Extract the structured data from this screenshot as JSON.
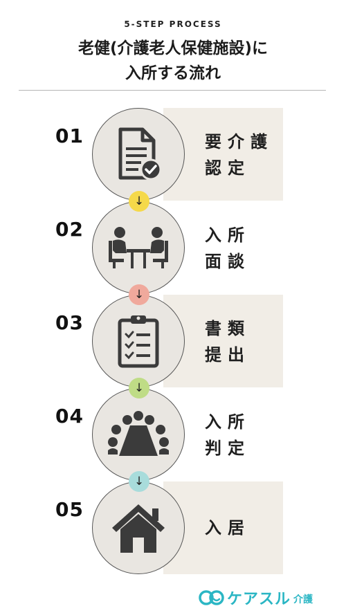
{
  "header": {
    "eyebrow": "5-STEP PROCESS",
    "title_line1": "老健(介護老人保健施設)に",
    "title_line2": "入所する流れ"
  },
  "colors": {
    "panel_bg": "#f1ede6",
    "circle_bg": "#e9e6e1",
    "icon": "#3b3b3b",
    "arrow_1": "#f5d94a",
    "arrow_2": "#f0a99c",
    "arrow_3": "#bfdc86",
    "arrow_4": "#a8dcdb",
    "brand": "#2bb6c4"
  },
  "steps": [
    {
      "number": "01",
      "line1": "要介護",
      "line2": "認定",
      "icon": "document-check-icon"
    },
    {
      "number": "02",
      "line1": "入所",
      "line2": "面談",
      "icon": "meeting-table-icon"
    },
    {
      "number": "03",
      "line1": "書類",
      "line2": "提出",
      "icon": "clipboard-checklist-icon"
    },
    {
      "number": "04",
      "line1": "入所",
      "line2": "判定",
      "icon": "conference-group-icon"
    },
    {
      "number": "05",
      "line1": "入居",
      "line2": "",
      "icon": "house-icon"
    }
  ],
  "arrows": [
    "↓",
    "↓",
    "↓",
    "↓"
  ],
  "brand": {
    "name": "ケアスル",
    "sub": "介護"
  }
}
